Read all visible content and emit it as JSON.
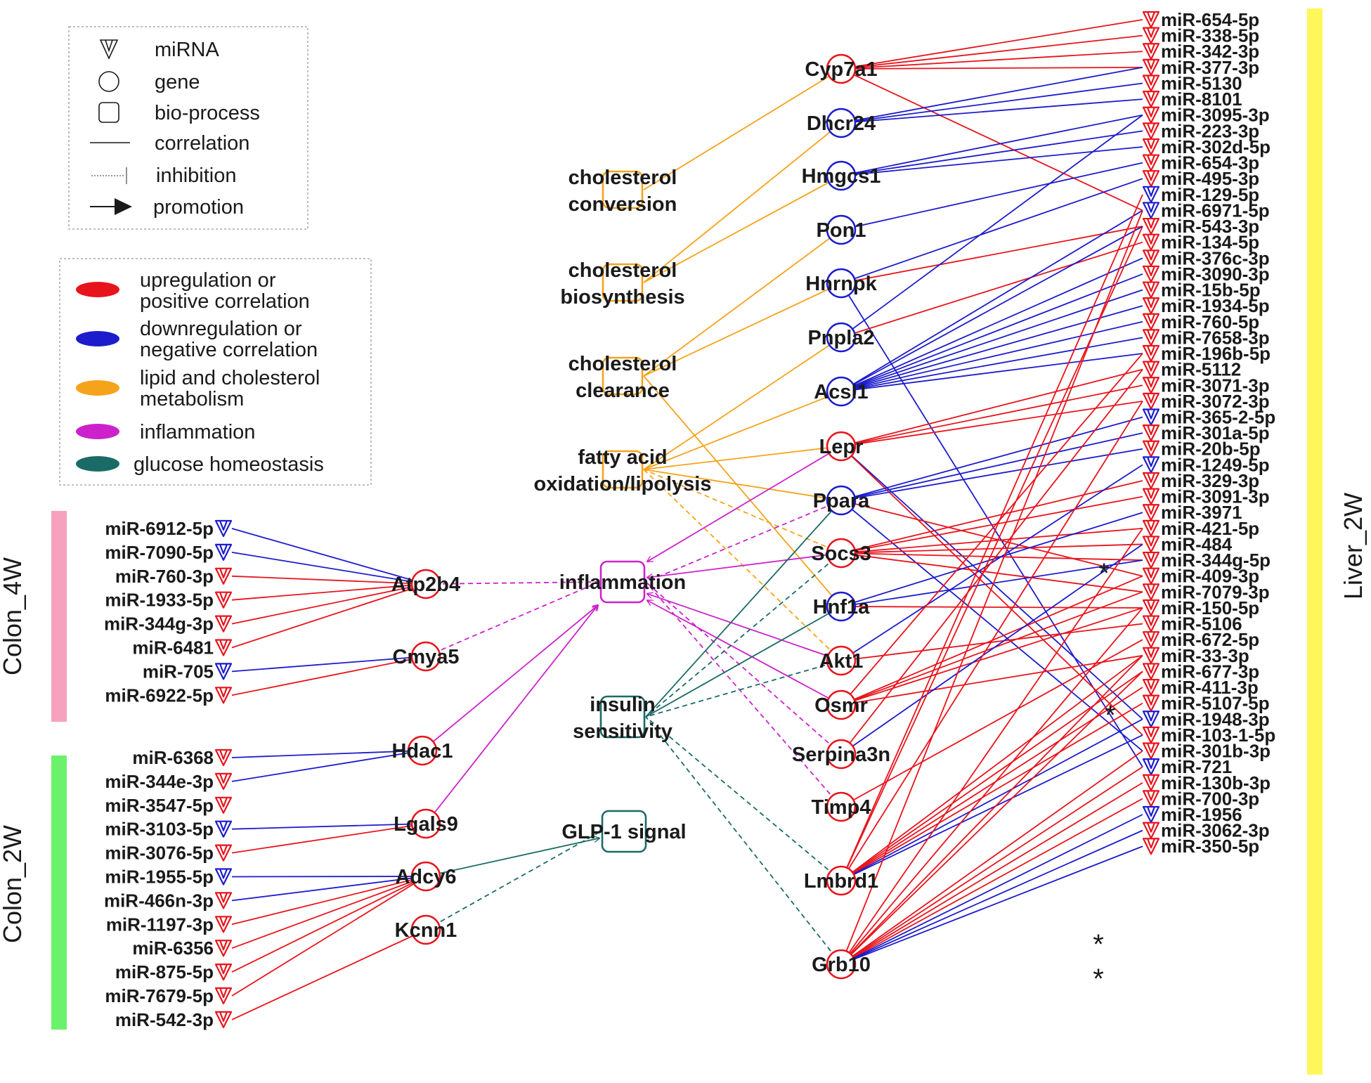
{
  "legend_shapes": {
    "mirna": "miRNA",
    "gene": "gene",
    "bioprocess": "bio-process",
    "correlation": "correlation",
    "inhibition": "inhibition",
    "promotion": "promotion"
  },
  "legend_colors": [
    {
      "lines": [
        "upregulation or",
        "positive correlation"
      ],
      "color": "#e8141c"
    },
    {
      "lines": [
        "downregulation or",
        "negative correlation"
      ],
      "color": "#1c1ccc"
    },
    {
      "lines": [
        "lipid and cholesterol",
        "metabolism"
      ],
      "color": "#f5a31a"
    },
    {
      "lines": [
        "inflammation"
      ],
      "color": "#cc22cc"
    },
    {
      "lines": [
        "glucose homeostasis"
      ],
      "color": "#1a6b66"
    }
  ],
  "colors": {
    "red": "#e8141c",
    "blue": "#1c1ccc",
    "orange": "#f5a31a",
    "magenta": "#cc22cc",
    "teal": "#1a6b66",
    "pink": "#f7a1bf",
    "green": "#6cf26a",
    "yellow": "#fdf75a"
  },
  "groups": [
    {
      "label": "Colon_4W",
      "color": "pink"
    },
    {
      "label": "Colon_2W",
      "color": "green"
    },
    {
      "label": "Liver_2W",
      "color": "yellow"
    }
  ],
  "processes": [
    {
      "id": "chol_conv",
      "lines": [
        "cholesterol",
        "conversion"
      ],
      "color": "orange"
    },
    {
      "id": "chol_bio",
      "lines": [
        "cholesterol",
        "biosynthesis"
      ],
      "color": "orange"
    },
    {
      "id": "chol_clear",
      "lines": [
        "cholesterol",
        "clearance"
      ],
      "color": "orange"
    },
    {
      "id": "fatty",
      "lines": [
        "fatty acid",
        "oxidation/lipolysis"
      ],
      "color": "orange"
    },
    {
      "id": "inflam",
      "lines": [
        "inflammation"
      ],
      "color": "magenta"
    },
    {
      "id": "insulin",
      "lines": [
        "insulin",
        "sensitivity"
      ],
      "color": "teal"
    },
    {
      "id": "glp1",
      "lines": [
        "GLP-1 signal"
      ],
      "color": "teal"
    }
  ],
  "genes_left": [
    {
      "id": "Atp2b4",
      "label": "Atp2b4",
      "reg": "red"
    },
    {
      "id": "Cmya5",
      "label": "Cmya5",
      "reg": "red"
    },
    {
      "id": "Hdac1",
      "label": "Hdac1",
      "reg": "red"
    },
    {
      "id": "Lgals9",
      "label": "Lgals9",
      "reg": "red"
    },
    {
      "id": "Adcy6",
      "label": "Adcy6",
      "reg": "red"
    },
    {
      "id": "Kcnn1",
      "label": "Kcnn1",
      "reg": "red"
    }
  ],
  "genes_right": [
    {
      "id": "Cyp7a1",
      "label": "Cyp7a1",
      "reg": "red"
    },
    {
      "id": "Dhcr24",
      "label": "Dhcr24",
      "reg": "blue"
    },
    {
      "id": "Hmgcs1",
      "label": "Hmgcs1",
      "reg": "blue"
    },
    {
      "id": "Pon1",
      "label": "Pon1",
      "reg": "blue"
    },
    {
      "id": "Hnrnpk",
      "label": "Hnrnpk",
      "reg": "blue"
    },
    {
      "id": "Pnpla2",
      "label": "Pnpla2",
      "reg": "blue"
    },
    {
      "id": "Acsl1",
      "label": "Acsl1",
      "reg": "blue"
    },
    {
      "id": "Lepr",
      "label": "Lepr",
      "reg": "red"
    },
    {
      "id": "Ppara",
      "label": "Ppara",
      "reg": "blue"
    },
    {
      "id": "Socs3",
      "label": "Socs3",
      "reg": "red"
    },
    {
      "id": "Hnf1a",
      "label": "Hnf1a",
      "reg": "blue"
    },
    {
      "id": "Akt1",
      "label": "Akt1",
      "reg": "red"
    },
    {
      "id": "Osmr",
      "label": "Osmr",
      "reg": "red"
    },
    {
      "id": "Serpina3n",
      "label": "Serpina3n",
      "reg": "red"
    },
    {
      "id": "Timp4",
      "label": "Timp4",
      "reg": "red"
    },
    {
      "id": "Lmbrd1",
      "label": "Lmbrd1",
      "reg": "red"
    },
    {
      "id": "Grb10",
      "label": "Grb10",
      "reg": "red"
    }
  ],
  "mirnas_colon4w": [
    {
      "label": "miR-6912-5p",
      "reg": "blue"
    },
    {
      "label": "miR-7090-5p",
      "reg": "blue"
    },
    {
      "label": "miR-760-3p",
      "reg": "red"
    },
    {
      "label": "miR-1933-5p",
      "reg": "red"
    },
    {
      "label": "miR-344g-3p",
      "reg": "red"
    },
    {
      "label": "miR-6481",
      "reg": "red"
    },
    {
      "label": "miR-705",
      "reg": "blue"
    },
    {
      "label": "miR-6922-5p",
      "reg": "red"
    }
  ],
  "mirnas_colon2w": [
    {
      "label": "miR-6368",
      "reg": "red"
    },
    {
      "label": "miR-344e-3p",
      "reg": "red"
    },
    {
      "label": "miR-3547-5p",
      "reg": "red"
    },
    {
      "label": "miR-3103-5p",
      "reg": "blue"
    },
    {
      "label": "miR-3076-5p",
      "reg": "red"
    },
    {
      "label": "miR-1955-5p",
      "reg": "blue"
    },
    {
      "label": "miR-466n-3p",
      "reg": "red"
    },
    {
      "label": "miR-1197-3p",
      "reg": "red"
    },
    {
      "label": "miR-6356",
      "reg": "red"
    },
    {
      "label": "miR-875-5p",
      "reg": "red"
    },
    {
      "label": "miR-7679-5p",
      "reg": "red"
    },
    {
      "label": "miR-542-3p",
      "reg": "red"
    }
  ],
  "mirnas_liver": [
    {
      "label": "miR-654-5p",
      "reg": "red"
    },
    {
      "label": "miR-338-5p",
      "reg": "red"
    },
    {
      "label": "miR-342-3p",
      "reg": "red"
    },
    {
      "label": "miR-377-3p",
      "reg": "red"
    },
    {
      "label": "miR-5130",
      "reg": "red"
    },
    {
      "label": "miR-8101",
      "reg": "red"
    },
    {
      "label": "miR-3095-3p",
      "reg": "red"
    },
    {
      "label": "miR-223-3p",
      "reg": "red"
    },
    {
      "label": "miR-302d-5p",
      "reg": "red"
    },
    {
      "label": "miR-654-3p",
      "reg": "red"
    },
    {
      "label": "miR-495-3p",
      "reg": "red"
    },
    {
      "label": "miR-129-5p",
      "reg": "blue"
    },
    {
      "label": "miR-6971-5p",
      "reg": "blue"
    },
    {
      "label": "miR-543-3p",
      "reg": "red"
    },
    {
      "label": "miR-134-5p",
      "reg": "red"
    },
    {
      "label": "miR-376c-3p",
      "reg": "red"
    },
    {
      "label": "miR-3090-3p",
      "reg": "red"
    },
    {
      "label": "miR-15b-5p",
      "reg": "red"
    },
    {
      "label": "miR-1934-5p",
      "reg": "red"
    },
    {
      "label": "miR-760-5p",
      "reg": "red"
    },
    {
      "label": "miR-7658-3p",
      "reg": "red"
    },
    {
      "label": "miR-196b-5p",
      "reg": "red"
    },
    {
      "label": "miR-5112",
      "reg": "red"
    },
    {
      "label": "miR-3071-3p",
      "reg": "red"
    },
    {
      "label": "miR-3072-3p",
      "reg": "red"
    },
    {
      "label": "miR-365-2-5p",
      "reg": "blue"
    },
    {
      "label": "miR-301a-5p",
      "reg": "red"
    },
    {
      "label": "miR-20b-5p",
      "reg": "red"
    },
    {
      "label": "miR-1249-5p",
      "reg": "blue"
    },
    {
      "label": "miR-329-3p",
      "reg": "red"
    },
    {
      "label": "miR-3091-3p",
      "reg": "red"
    },
    {
      "label": "miR-3971",
      "reg": "red"
    },
    {
      "label": "miR-421-5p",
      "reg": "red"
    },
    {
      "label": "miR-484",
      "reg": "red"
    },
    {
      "label": "miR-344g-5p",
      "reg": "red"
    },
    {
      "label": "miR-409-3p",
      "reg": "red"
    },
    {
      "label": "miR-7079-3p",
      "reg": "red"
    },
    {
      "label": "miR-150-5p",
      "reg": "red"
    },
    {
      "label": "miR-5106",
      "reg": "red"
    },
    {
      "label": "miR-672-5p",
      "reg": "red"
    },
    {
      "label": "miR-33-3p",
      "reg": "red"
    },
    {
      "label": "miR-677-3p",
      "reg": "red"
    },
    {
      "label": "miR-411-3p",
      "reg": "red"
    },
    {
      "label": "miR-5107-5p",
      "reg": "red"
    },
    {
      "label": "miR-1948-3p",
      "reg": "blue"
    },
    {
      "label": "miR-103-1-5p",
      "reg": "red"
    },
    {
      "label": "miR-301b-3p",
      "reg": "red"
    },
    {
      "label": "miR-721",
      "reg": "blue"
    },
    {
      "label": "miR-130b-3p",
      "reg": "red"
    },
    {
      "label": "miR-700-3p",
      "reg": "red"
    },
    {
      "label": "miR-1956",
      "reg": "blue"
    },
    {
      "label": "miR-3062-3p",
      "reg": "red"
    },
    {
      "label": "miR-350-5p",
      "reg": "red"
    }
  ],
  "asterisk": "*",
  "edges_left": [
    [
      "miR-6912-5p",
      "Atp2b4",
      "blue"
    ],
    [
      "miR-7090-5p",
      "Atp2b4",
      "blue"
    ],
    [
      "miR-760-3p",
      "Atp2b4",
      "red"
    ],
    [
      "miR-1933-5p",
      "Atp2b4",
      "red"
    ],
    [
      "miR-344g-3p",
      "Atp2b4",
      "red"
    ],
    [
      "miR-6481",
      "Atp2b4",
      "red"
    ],
    [
      "miR-705",
      "Cmya5",
      "blue"
    ],
    [
      "miR-6922-5p",
      "Cmya5",
      "red"
    ],
    [
      "miR-6368",
      "Hdac1",
      "blue"
    ],
    [
      "miR-344e-3p",
      "Hdac1",
      "blue"
    ],
    [
      "miR-3103-5p",
      "Lgals9",
      "blue"
    ],
    [
      "miR-3076-5p",
      "Lgals9",
      "red"
    ],
    [
      "miR-1955-5p",
      "Adcy6",
      "blue"
    ],
    [
      "miR-466n-3p",
      "Adcy6",
      "blue"
    ],
    [
      "miR-1197-3p",
      "Adcy6",
      "red"
    ],
    [
      "miR-6356",
      "Adcy6",
      "red"
    ],
    [
      "miR-875-5p",
      "Adcy6",
      "red"
    ],
    [
      "miR-7679-5p",
      "Adcy6",
      "red"
    ],
    [
      "miR-542-3p",
      "Kcnn1",
      "red"
    ]
  ],
  "edges_right": [
    [
      "Cyp7a1",
      "miR-654-5p",
      "red"
    ],
    [
      "Cyp7a1",
      "miR-338-5p",
      "red"
    ],
    [
      "Cyp7a1",
      "miR-342-3p",
      "red"
    ],
    [
      "Cyp7a1",
      "miR-377-3p",
      "red"
    ],
    [
      "Cyp7a1",
      "miR-6971-5p",
      "red"
    ],
    [
      "Dhcr24",
      "miR-377-3p",
      "blue"
    ],
    [
      "Dhcr24",
      "miR-5130",
      "blue"
    ],
    [
      "Dhcr24",
      "miR-8101",
      "blue"
    ],
    [
      "Hmgcs1",
      "miR-3095-3p",
      "blue"
    ],
    [
      "Hmgcs1",
      "miR-223-3p",
      "blue"
    ],
    [
      "Hmgcs1",
      "miR-302d-5p",
      "blue"
    ],
    [
      "Pon1",
      "miR-654-3p",
      "blue"
    ],
    [
      "Hnrnpk",
      "miR-495-3p",
      "blue"
    ],
    [
      "Hnrnpk",
      "miR-543-3p",
      "red"
    ],
    [
      "Hnrnpk",
      "miR-721",
      "blue"
    ],
    [
      "Pnpla2",
      "miR-3095-3p",
      "blue"
    ],
    [
      "Pnpla2",
      "miR-134-5p",
      "red"
    ],
    [
      "Acsl1",
      "miR-376c-3p",
      "blue"
    ],
    [
      "Acsl1",
      "miR-3090-3p",
      "blue"
    ],
    [
      "Acsl1",
      "miR-15b-5p",
      "blue"
    ],
    [
      "Acsl1",
      "miR-1934-5p",
      "blue"
    ],
    [
      "Acsl1",
      "miR-760-5p",
      "blue"
    ],
    [
      "Acsl1",
      "miR-7658-3p",
      "blue"
    ],
    [
      "Acsl1",
      "miR-196b-5p",
      "blue"
    ],
    [
      "Acsl1",
      "miR-6971-5p",
      "blue"
    ],
    [
      "Acsl1",
      "miR-543-3p",
      "blue"
    ],
    [
      "Lepr",
      "miR-5112",
      "red"
    ],
    [
      "Lepr",
      "miR-3071-3p",
      "red"
    ],
    [
      "Lepr",
      "miR-3072-3p",
      "red"
    ],
    [
      "Lepr",
      "miR-1948-3p",
      "blue"
    ],
    [
      "Lepr",
      "miR-103-1-5p",
      "red"
    ],
    [
      "Ppara",
      "miR-365-2-5p",
      "blue"
    ],
    [
      "Ppara",
      "miR-301a-5p",
      "blue"
    ],
    [
      "Ppara",
      "miR-20b-5p",
      "blue"
    ],
    [
      "Ppara",
      "miR-301b-3p",
      "blue"
    ],
    [
      "Ppara",
      "miR-409-3p",
      "red"
    ],
    [
      "Socs3",
      "miR-329-3p",
      "red"
    ],
    [
      "Socs3",
      "miR-3091-3p",
      "red"
    ],
    [
      "Socs3",
      "miR-421-5p",
      "red"
    ],
    [
      "Socs3",
      "miR-484",
      "red"
    ],
    [
      "Socs3",
      "miR-344g-5p",
      "red"
    ],
    [
      "Socs3",
      "miR-7079-3p",
      "red"
    ],
    [
      "Hnf1a",
      "miR-3971",
      "blue"
    ],
    [
      "Hnf1a",
      "miR-344g-5p",
      "blue"
    ],
    [
      "Hnf1a",
      "miR-150-5p",
      "red"
    ],
    [
      "Akt1",
      "miR-1249-5p",
      "blue"
    ],
    [
      "Akt1",
      "miR-5106",
      "red"
    ],
    [
      "Osmr",
      "miR-409-3p",
      "red"
    ],
    [
      "Osmr",
      "miR-7079-3p",
      "red"
    ],
    [
      "Osmr",
      "miR-150-5p",
      "red"
    ],
    [
      "Osmr",
      "miR-33-3p",
      "red"
    ],
    [
      "Osmr",
      "miR-196b-5p",
      "red"
    ],
    [
      "Serpina3n",
      "miR-484",
      "blue"
    ],
    [
      "Serpina3n",
      "miR-5112",
      "red"
    ],
    [
      "Timp4",
      "miR-672-5p",
      "red"
    ],
    [
      "Lmbrd1",
      "miR-33-3p",
      "red"
    ],
    [
      "Lmbrd1",
      "miR-677-3p",
      "red"
    ],
    [
      "Lmbrd1",
      "miR-411-3p",
      "red"
    ],
    [
      "Lmbrd1",
      "miR-5107-5p",
      "red"
    ],
    [
      "Lmbrd1",
      "miR-1948-3p",
      "blue"
    ],
    [
      "Lmbrd1",
      "miR-103-1-5p",
      "blue"
    ],
    [
      "Lmbrd1",
      "miR-129-5p",
      "red"
    ],
    [
      "Lmbrd1",
      "miR-543-3p",
      "red"
    ],
    [
      "Lmbrd1",
      "miR-3072-3p",
      "red"
    ],
    [
      "Grb10",
      "miR-301b-3p",
      "red"
    ],
    [
      "Grb10",
      "miR-721",
      "red"
    ],
    [
      "Grb10",
      "miR-130b-3p",
      "red"
    ],
    [
      "Grb10",
      "miR-700-3p",
      "red"
    ],
    [
      "Grb10",
      "miR-1956",
      "blue"
    ],
    [
      "Grb10",
      "miR-3062-3p",
      "blue"
    ],
    [
      "Grb10",
      "miR-350-5p",
      "blue"
    ],
    [
      "Grb10",
      "miR-33-3p",
      "red"
    ],
    [
      "Grb10",
      "miR-677-3p",
      "red"
    ],
    [
      "Grb10",
      "miR-421-5p",
      "red"
    ],
    [
      "Grb10",
      "miR-150-5p",
      "red"
    ],
    [
      "Grb10",
      "miR-6971-5p",
      "red"
    ]
  ],
  "edges_process": [
    [
      "Cyp7a1",
      "chol_conv",
      "orange",
      "solid"
    ],
    [
      "Dhcr24",
      "chol_bio",
      "orange",
      "solid"
    ],
    [
      "Hmgcs1",
      "chol_bio",
      "orange",
      "solid"
    ],
    [
      "Pon1",
      "chol_clear",
      "orange",
      "solid"
    ],
    [
      "Hnrnpk",
      "chol_clear",
      "orange",
      "solid"
    ],
    [
      "Pnpla2",
      "fatty",
      "orange",
      "solid"
    ],
    [
      "Acsl1",
      "fatty",
      "orange",
      "solid"
    ],
    [
      "Lepr",
      "fatty",
      "orange",
      "solid"
    ],
    [
      "Ppara",
      "fatty",
      "orange",
      "solid"
    ],
    [
      "Hnf1a",
      "chol_clear",
      "orange",
      "solid"
    ],
    [
      "Socs3",
      "fatty",
      "orange",
      "dashed"
    ],
    [
      "Akt1",
      "fatty",
      "orange",
      "dashed"
    ],
    [
      "Lepr",
      "inflam",
      "magenta",
      "arrow"
    ],
    [
      "Socs3",
      "inflam",
      "magenta",
      "arrow"
    ],
    [
      "Ppara",
      "inflam",
      "magenta",
      "dashed"
    ],
    [
      "Akt1",
      "inflam",
      "magenta",
      "arrow"
    ],
    [
      "Osmr",
      "inflam",
      "magenta",
      "arrow"
    ],
    [
      "Serpina3n",
      "inflam",
      "magenta",
      "dashed"
    ],
    [
      "Timp4",
      "inflam",
      "magenta",
      "dashed"
    ],
    [
      "Atp2b4",
      "inflam",
      "magenta",
      "dashed"
    ],
    [
      "Cmya5",
      "inflam",
      "magenta",
      "dashed"
    ],
    [
      "Hdac1",
      "inflam",
      "magenta",
      "arrow"
    ],
    [
      "Lgals9",
      "inflam",
      "magenta",
      "arrow"
    ],
    [
      "Ppara",
      "insulin",
      "teal",
      "solid"
    ],
    [
      "Socs3",
      "insulin",
      "teal",
      "dashed"
    ],
    [
      "Hnf1a",
      "insulin",
      "teal",
      "solid"
    ],
    [
      "Akt1",
      "insulin",
      "teal",
      "dashed"
    ],
    [
      "Lmbrd1",
      "insulin",
      "teal",
      "dashed"
    ],
    [
      "Grb10",
      "insulin",
      "teal",
      "dashed"
    ],
    [
      "Adcy6",
      "glp1",
      "teal",
      "arrow"
    ],
    [
      "Kcnn1",
      "glp1",
      "teal",
      "dashed"
    ]
  ]
}
